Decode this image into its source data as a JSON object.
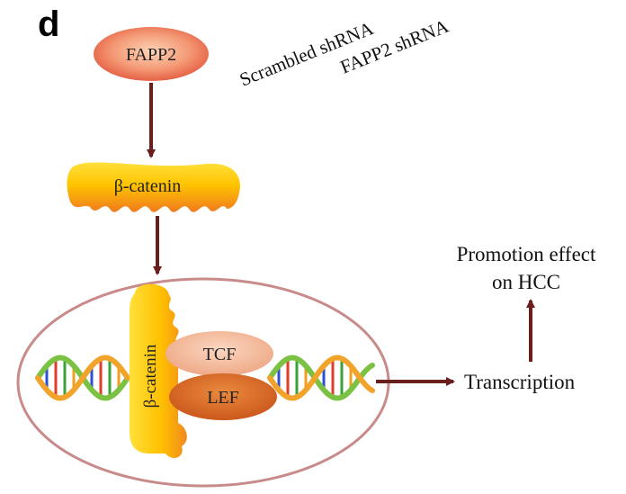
{
  "panel_label": "d",
  "column_labels": [
    "Scrambled shRNA",
    "FAPP2 shRNA"
  ],
  "nodes": {
    "fapp2": "FAPP2",
    "beta_catenin_cytoplasm": "β-catenin",
    "beta_catenin_nucleus": "β-catenin",
    "tcf": "TCF",
    "lef": "LEF",
    "transcription": "Transcription",
    "outcome_line1": "Promotion effect",
    "outcome_line2": "on HCC"
  },
  "colors": {
    "arrow": "#6b1e1e",
    "nucleus_border": "#c98a8a",
    "fapp2_fill": "#f07a5c",
    "tcf_fill": "#f2b79a",
    "lef_fill": "#d9641e",
    "beta_catenin_fill": "#f9b800"
  }
}
